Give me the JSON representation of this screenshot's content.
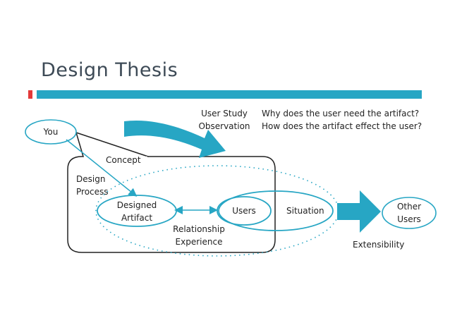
{
  "slide": {
    "title": "Design Thesis"
  },
  "diagram": {
    "you": "You",
    "concept": "Concept",
    "design_process": [
      "Design",
      "Process"
    ],
    "designed_artifact": [
      "Designed",
      "Artifact"
    ],
    "users": "Users",
    "situation": "Situation",
    "relationship_experience": [
      "Relationship",
      "Experience"
    ],
    "other_users": [
      "Other",
      "Users"
    ],
    "extensibility": "Extensibility",
    "user_study_observation": [
      "User Study",
      "Observation"
    ],
    "questions": [
      "Why does the user need the artifact?",
      "How does the artifact effect the user?"
    ]
  },
  "colors": {
    "accent_blue": "#27a6c4",
    "accent_red": "#e33a3a",
    "title_gray": "#3d4a56"
  }
}
